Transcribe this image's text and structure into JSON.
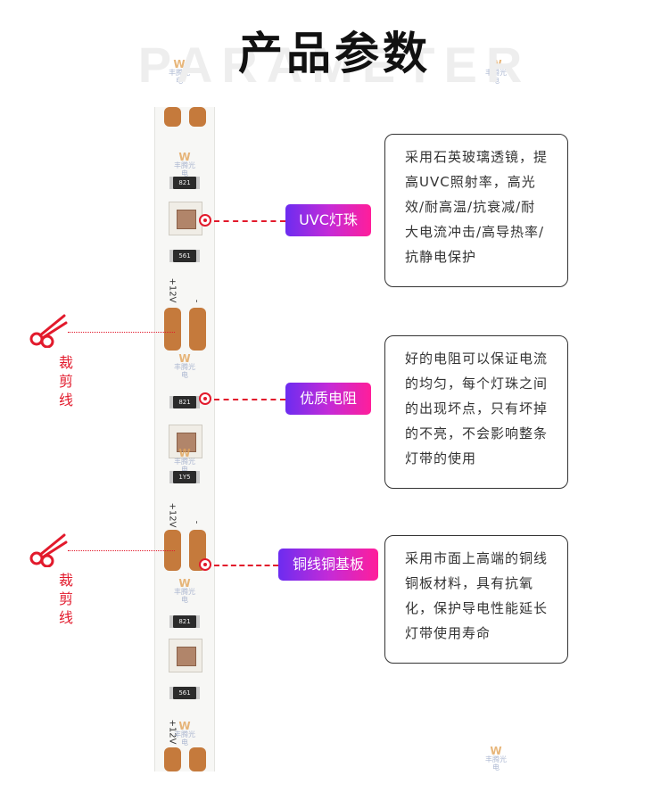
{
  "header": {
    "title": "产品参数",
    "subtitle": "PARAMETER"
  },
  "watermark": {
    "brand_text": "丰腾光电"
  },
  "strip": {
    "resistor_codes": [
      "821",
      "561",
      "821",
      "1Y5",
      "821",
      "561"
    ],
    "voltage_label": "+12V",
    "minus_label": "-"
  },
  "cut_line_label": "裁剪线",
  "features": [
    {
      "tag": "UVC灯珠",
      "description": "采用石英玻璃透镜，提高UVC照射率，高光效/耐高温/抗衰减/耐大电流冲击/高导热率/抗静电保护"
    },
    {
      "tag": "优质电阻",
      "description": "好的电阻可以保证电流的均匀，每个灯珠之间的出现坏点，只有坏掉的不亮，不会影响整条灯带的使用"
    },
    {
      "tag": "铜线铜基板",
      "description": "采用市面上高端的铜线铜板材料，具有抗氧化，保护导电性能延长灯带使用寿命"
    }
  ],
  "colors": {
    "accent_red": "#e21a2c",
    "gradient_start": "#6c2cf0",
    "gradient_end": "#ff1e9a",
    "copper": "#c57a3c"
  }
}
